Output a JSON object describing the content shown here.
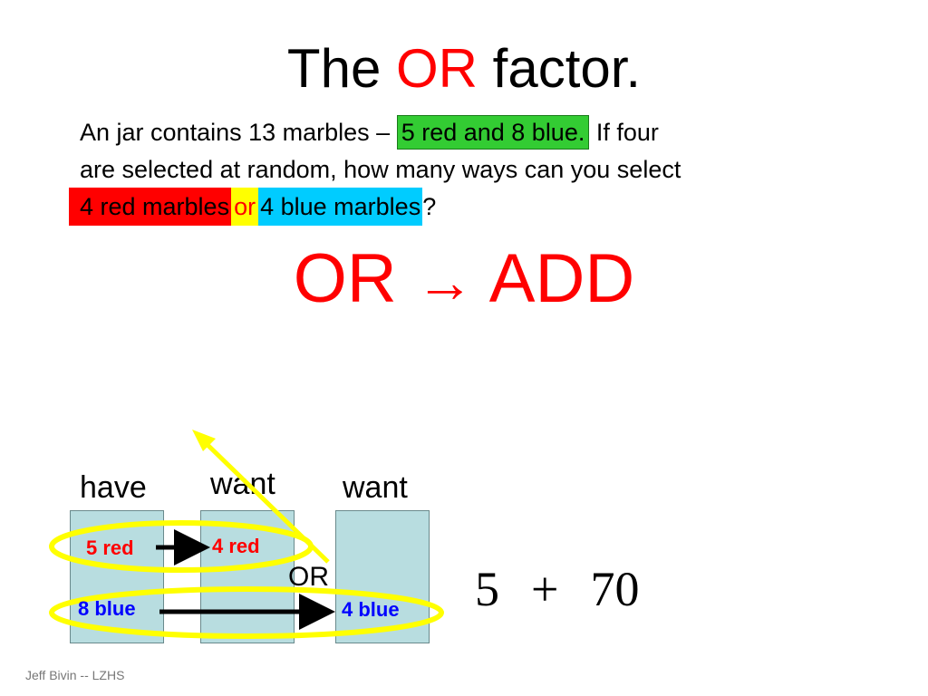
{
  "title": {
    "prefix": "The ",
    "emphasis": "OR",
    "suffix": " factor."
  },
  "problem": {
    "line1_start": "An jar contains 13 marbles – ",
    "line1_highlight": "5 red and 8 blue.",
    "line1_end": "  If four",
    "line2": "are selected at random, how many ways can you select",
    "option_red": "4 red marbles",
    "connector": "or",
    "option_blue": "4 blue marbles",
    "end": "?"
  },
  "rule": {
    "left": "OR",
    "arrow": "→",
    "right": "ADD"
  },
  "diagram": {
    "labels": [
      "have",
      "want",
      "want"
    ],
    "have_red": "5 red",
    "want_red": "4 red",
    "middle_or": "OR",
    "have_blue": "8 blue",
    "want_blue": "4 blue"
  },
  "sum": {
    "a": "5",
    "op": "+",
    "b": "70"
  },
  "footer": "Jeff Bivin -- LZHS",
  "colors": {
    "red": "#ff0000",
    "green_highlight": "#33cc33",
    "yellow_highlight": "#ffff00",
    "cyan_highlight": "#00ccff",
    "box_fill": "#b8dde0",
    "ellipse_stroke": "#ffff00",
    "blue_text": "#0000ff"
  }
}
